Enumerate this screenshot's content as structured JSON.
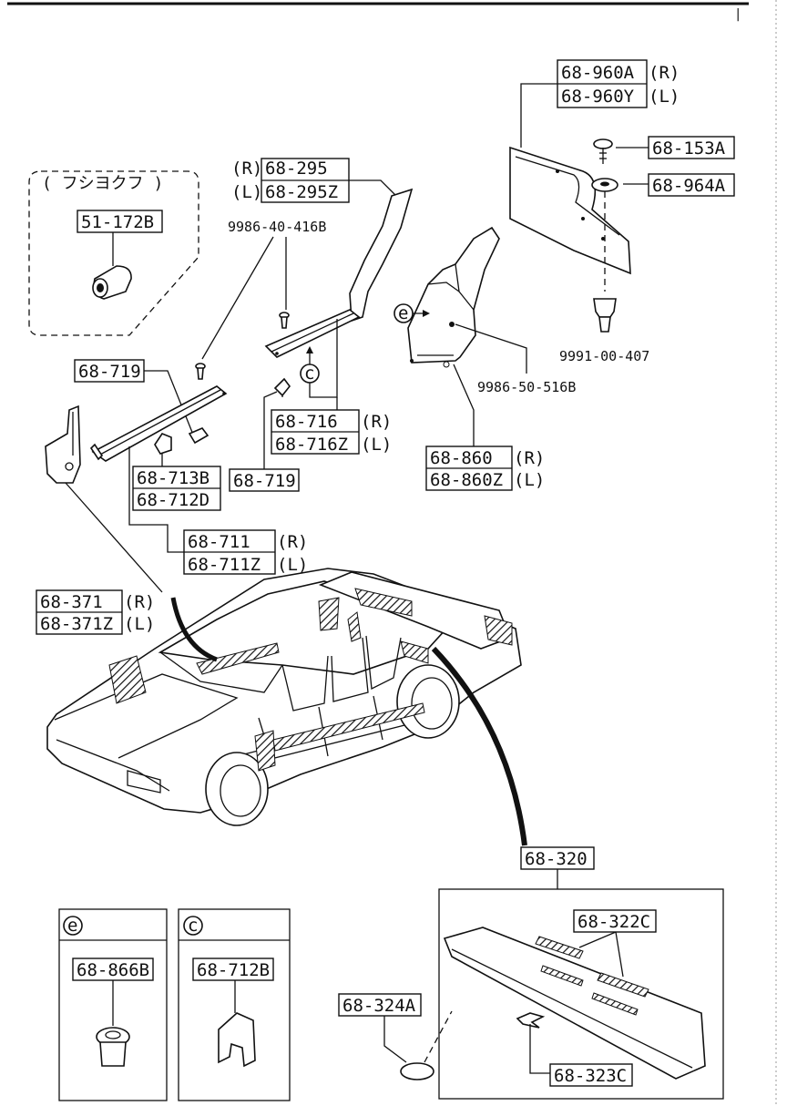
{
  "header_mark": "|",
  "callouts": {
    "p68_960A": "68-960A",
    "p68_960A_side": "(R)",
    "p68_960Y": "68-960Y",
    "p68_960Y_side": "(L)",
    "p68_153A": "68-153A",
    "p68_964A": "68-964A",
    "p9991_00_407": "9991-00-407",
    "p9986_50_516B": "9986-50-516B",
    "p68_860": "68-860",
    "p68_860_side": "(R)",
    "p68_860Z": "68-860Z",
    "p68_860Z_side": "(L)",
    "p68_295_side": "(R)",
    "p68_295": "68-295",
    "p68_295Z_side": "(L)",
    "p68_295Z": "68-295Z",
    "p9986_40_416B": "9986-40-416B",
    "p68_719_left": "68-719",
    "p68_716": "68-716",
    "p68_716_side": "(R)",
    "p68_716Z": "68-716Z",
    "p68_716Z_side": "(L)",
    "p68_713B": "68-713B",
    "p68_712D": "68-712D",
    "p68_719_mid": "68-719",
    "p68_711": "68-711",
    "p68_711_side": "(R)",
    "p68_711Z": "68-711Z",
    "p68_711Z_side": "(L)",
    "p68_371": "68-371",
    "p68_371_side": "(R)",
    "p68_371Z": "68-371Z",
    "p68_371Z_side": "(L)",
    "p68_320": "68-320",
    "p68_322C": "68-322C",
    "p68_324A": "68-324A",
    "p68_323C": "68-323C"
  },
  "option_group": {
    "label": "( フシヨクフ )",
    "part": "51-172B"
  },
  "ref_markers": {
    "e": "e",
    "c": "c"
  },
  "detail_boxes": [
    {
      "marker": "e",
      "part": "68-866B"
    },
    {
      "marker": "c",
      "part": "68-712B"
    }
  ]
}
